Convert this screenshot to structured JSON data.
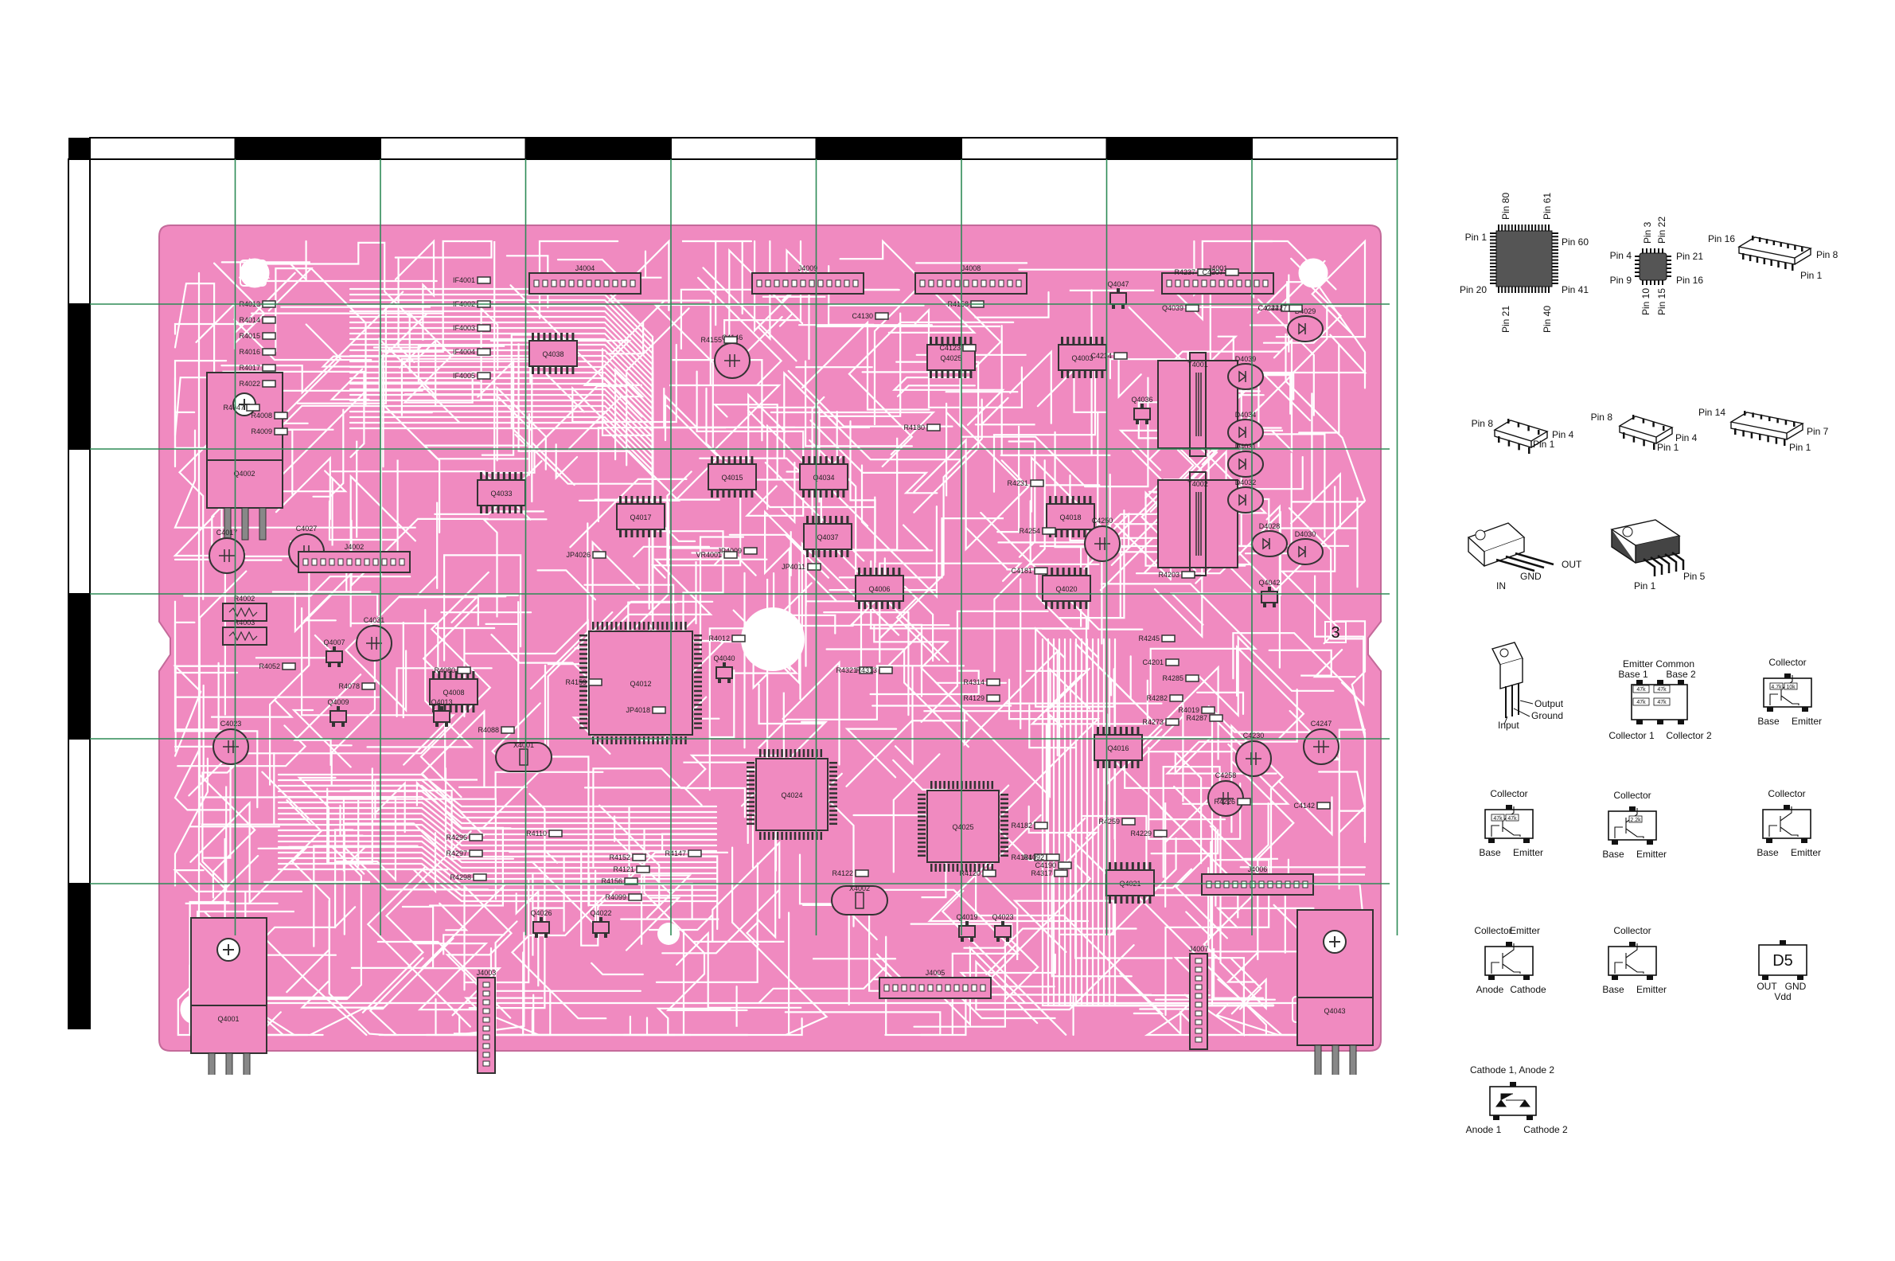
{
  "board": {
    "number_tag": "3",
    "columns": 9,
    "rows": 6,
    "colors": {
      "pcb": "#f08ac0",
      "trace": "#ffffff",
      "grid": "#2e8b57",
      "frame": "#000000",
      "pad": "#ffffff",
      "ic": "#555555"
    },
    "components": [
      {
        "ref": "Q4002",
        "kind": "to220"
      },
      {
        "ref": "Q4001",
        "kind": "to220"
      },
      {
        "ref": "Q4043",
        "kind": "to220"
      },
      {
        "ref": "Q4012",
        "kind": "qfp"
      },
      {
        "ref": "Q4024",
        "kind": "qfp"
      },
      {
        "ref": "Q4025",
        "kind": "qfp"
      },
      {
        "ref": "Q4017",
        "kind": "soic"
      },
      {
        "ref": "Q4025",
        "kind": "soic"
      },
      {
        "ref": "Q4033",
        "kind": "soic"
      },
      {
        "ref": "Q4038",
        "kind": "soic"
      },
      {
        "ref": "Q4018",
        "kind": "soic"
      },
      {
        "ref": "Q4016",
        "kind": "soic"
      },
      {
        "ref": "Q4021",
        "kind": "soic"
      },
      {
        "ref": "Q4020",
        "kind": "soic"
      },
      {
        "ref": "Q4006",
        "kind": "soic"
      },
      {
        "ref": "Q4008",
        "kind": "soic"
      },
      {
        "ref": "Q4003",
        "kind": "soic"
      },
      {
        "ref": "Q4015",
        "kind": "soic"
      },
      {
        "ref": "Q4034",
        "kind": "soic"
      },
      {
        "ref": "Q4037",
        "kind": "soic"
      },
      {
        "ref": "T4001",
        "kind": "transformer"
      },
      {
        "ref": "T4002",
        "kind": "transformer"
      },
      {
        "ref": "X4001",
        "kind": "crystal"
      },
      {
        "ref": "X4002",
        "kind": "crystal"
      },
      {
        "ref": "C4031",
        "kind": "cap"
      },
      {
        "ref": "C4023",
        "kind": "cap"
      },
      {
        "ref": "C4247",
        "kind": "cap"
      },
      {
        "ref": "C4250",
        "kind": "cap"
      },
      {
        "ref": "C4230",
        "kind": "cap"
      },
      {
        "ref": "C4146",
        "kind": "cap"
      },
      {
        "ref": "C4027",
        "kind": "cap"
      },
      {
        "ref": "C4017",
        "kind": "cap"
      },
      {
        "ref": "C4258",
        "kind": "cap"
      },
      {
        "ref": "R4002",
        "kind": "res"
      },
      {
        "ref": "R4003",
        "kind": "res"
      },
      {
        "ref": "J4004",
        "kind": "conn"
      },
      {
        "ref": "J4009",
        "kind": "conn"
      },
      {
        "ref": "J4008",
        "kind": "conn"
      },
      {
        "ref": "J4002",
        "kind": "conn"
      },
      {
        "ref": "J4003",
        "kind": "conn"
      },
      {
        "ref": "J4001",
        "kind": "conn"
      },
      {
        "ref": "J4007",
        "kind": "conn"
      },
      {
        "ref": "J4005",
        "kind": "conn"
      },
      {
        "ref": "J4006",
        "kind": "conn"
      },
      {
        "ref": "D4029",
        "kind": "diode"
      },
      {
        "ref": "D4030",
        "kind": "diode"
      },
      {
        "ref": "D4039",
        "kind": "diode"
      },
      {
        "ref": "D4034",
        "kind": "diode"
      },
      {
        "ref": "D4031",
        "kind": "diode"
      },
      {
        "ref": "D4032",
        "kind": "diode"
      },
      {
        "ref": "D4028",
        "kind": "diode"
      },
      {
        "ref": "Q4042",
        "kind": "sot"
      },
      {
        "ref": "Q4019",
        "kind": "sot"
      },
      {
        "ref": "Q4023",
        "kind": "sot"
      },
      {
        "ref": "Q4022",
        "kind": "sot"
      },
      {
        "ref": "Q4026",
        "kind": "sot"
      },
      {
        "ref": "Q4007",
        "kind": "sot"
      },
      {
        "ref": "Q4009",
        "kind": "sot"
      },
      {
        "ref": "Q4013",
        "kind": "sot"
      },
      {
        "ref": "Q4040",
        "kind": "sot"
      },
      {
        "ref": "Q4047",
        "kind": "sot"
      },
      {
        "ref": "Q4036",
        "kind": "sot"
      },
      {
        "ref": "IF4001",
        "kind": "small"
      },
      {
        "ref": "IF4002",
        "kind": "small"
      },
      {
        "ref": "IF4003",
        "kind": "small"
      },
      {
        "ref": "IF4004",
        "kind": "small"
      },
      {
        "ref": "IF4005",
        "kind": "small"
      },
      {
        "ref": "R4013",
        "kind": "small"
      },
      {
        "ref": "R4014",
        "kind": "small"
      },
      {
        "ref": "R4015",
        "kind": "small"
      },
      {
        "ref": "R4016",
        "kind": "small"
      },
      {
        "ref": "R4017",
        "kind": "small"
      },
      {
        "ref": "R4022",
        "kind": "small"
      },
      {
        "ref": "R4008",
        "kind": "small"
      },
      {
        "ref": "R4009",
        "kind": "small"
      },
      {
        "ref": "R4047",
        "kind": "small"
      },
      {
        "ref": "R4052",
        "kind": "small"
      },
      {
        "ref": "R4078",
        "kind": "small"
      },
      {
        "ref": "R4080",
        "kind": "small"
      },
      {
        "ref": "R4237",
        "kind": "small"
      },
      {
        "ref": "C4207",
        "kind": "small"
      },
      {
        "ref": "Q4039",
        "kind": "small"
      },
      {
        "ref": "C4234",
        "kind": "small"
      },
      {
        "ref": "R4155",
        "kind": "small"
      },
      {
        "ref": "R4180",
        "kind": "small"
      },
      {
        "ref": "C4181",
        "kind": "small"
      },
      {
        "ref": "R4231",
        "kind": "small"
      },
      {
        "ref": "R4254",
        "kind": "small"
      },
      {
        "ref": "R4245",
        "kind": "small"
      },
      {
        "ref": "C4201",
        "kind": "small"
      },
      {
        "ref": "R4285",
        "kind": "small"
      },
      {
        "ref": "R4282",
        "kind": "small"
      },
      {
        "ref": "R4273",
        "kind": "small"
      },
      {
        "ref": "R4019",
        "kind": "small"
      },
      {
        "ref": "R4287",
        "kind": "small"
      },
      {
        "ref": "R4259",
        "kind": "small"
      },
      {
        "ref": "R4229",
        "kind": "small"
      },
      {
        "ref": "R4182",
        "kind": "small"
      },
      {
        "ref": "R4181",
        "kind": "small"
      },
      {
        "ref": "R4120",
        "kind": "small"
      },
      {
        "ref": "R4129",
        "kind": "small"
      },
      {
        "ref": "R4012",
        "kind": "small"
      },
      {
        "ref": "R4296",
        "kind": "small"
      },
      {
        "ref": "R4297",
        "kind": "small"
      },
      {
        "ref": "R4298",
        "kind": "small"
      },
      {
        "ref": "R4110",
        "kind": "small"
      },
      {
        "ref": "R4156",
        "kind": "small"
      },
      {
        "ref": "R4099",
        "kind": "small"
      },
      {
        "ref": "R4147",
        "kind": "small"
      },
      {
        "ref": "R4152",
        "kind": "small"
      },
      {
        "ref": "R4121",
        "kind": "small"
      },
      {
        "ref": "R4122",
        "kind": "small"
      },
      {
        "ref": "R4159",
        "kind": "small"
      },
      {
        "ref": "R4088",
        "kind": "small"
      },
      {
        "ref": "R4092",
        "kind": "small"
      },
      {
        "ref": "R4317",
        "kind": "small"
      },
      {
        "ref": "R4321",
        "kind": "small"
      },
      {
        "ref": "R4313",
        "kind": "small"
      },
      {
        "ref": "R4314",
        "kind": "small"
      },
      {
        "ref": "R4203",
        "kind": "small"
      },
      {
        "ref": "JP4018",
        "kind": "small"
      },
      {
        "ref": "JP4011",
        "kind": "small"
      },
      {
        "ref": "JP4026",
        "kind": "small"
      },
      {
        "ref": "JP4009",
        "kind": "small"
      },
      {
        "ref": "VR4001",
        "kind": "small"
      },
      {
        "ref": "C4130",
        "kind": "small"
      },
      {
        "ref": "C4123",
        "kind": "small"
      },
      {
        "ref": "R4158",
        "kind": "small"
      },
      {
        "ref": "C4190",
        "kind": "small"
      },
      {
        "ref": "R4226",
        "kind": "small"
      },
      {
        "ref": "C4142",
        "kind": "small"
      },
      {
        "ref": "C4224",
        "kind": "small"
      },
      {
        "ref": "C4227",
        "kind": "small"
      }
    ]
  },
  "legend": {
    "packages": [
      {
        "id": "qfp80",
        "pins": [
          "Pin 1",
          "Pin 80",
          "Pin 61",
          "Pin 60",
          "Pin 20",
          "Pin 21",
          "Pin 40",
          "Pin 41"
        ]
      },
      {
        "id": "qfp24",
        "pins": [
          "Pin 4",
          "Pin 3",
          "Pin 22",
          "Pin 21",
          "Pin 9",
          "Pin 10",
          "Pin 15",
          "Pin 16"
        ]
      },
      {
        "id": "soic16",
        "pins": [
          "Pin 16",
          "Pin 8",
          "Pin 1"
        ]
      },
      {
        "id": "soic8a",
        "pins": [
          "Pin 8",
          "Pin 4",
          "Pin 1"
        ]
      },
      {
        "id": "soic8b",
        "pins": [
          "Pin 8",
          "Pin 4",
          "Pin 1"
        ]
      },
      {
        "id": "soic14",
        "pins": [
          "Pin 14",
          "Pin 7",
          "Pin 1"
        ]
      },
      {
        "id": "reg3",
        "pins": [
          "OUT",
          "IN",
          "GND"
        ]
      },
      {
        "id": "to220-5",
        "pins": [
          "Pin 1",
          "Pin 5"
        ]
      },
      {
        "id": "reg3b",
        "pins": [
          "Output",
          "Ground",
          "Input"
        ]
      },
      {
        "id": "dual-tr",
        "pins": [
          "Emitter Common",
          "Base 1",
          "Base 2",
          "Collector 1",
          "Collector 2"
        ],
        "values": [
          "47k",
          "47k",
          "47k",
          "47k"
        ]
      },
      {
        "id": "tr-10k",
        "pins": [
          "Collector",
          "Base",
          "Emitter"
        ],
        "values": [
          "10k",
          "4.7k"
        ]
      },
      {
        "id": "tr-47k",
        "pins": [
          "Collector",
          "Base",
          "Emitter"
        ],
        "values": [
          "47k",
          "47k"
        ]
      },
      {
        "id": "tr-2k2",
        "pins": [
          "Collector",
          "Base",
          "Emitter"
        ],
        "values": [
          "2.2k"
        ]
      },
      {
        "id": "tr-plain",
        "pins": [
          "Collector",
          "Base",
          "Emitter"
        ]
      },
      {
        "id": "photo",
        "pins": [
          "Collector",
          "Emitter",
          "Anode",
          "Cathode"
        ]
      },
      {
        "id": "tr-plain2",
        "pins": [
          "Collector",
          "Base",
          "Emitter"
        ]
      },
      {
        "id": "d5",
        "pins": [
          "OUT",
          "GND",
          "Vdd"
        ],
        "label": "D5"
      },
      {
        "id": "dual-diode",
        "pins": [
          "Cathode 1, Anode 2",
          "Anode 1",
          "Cathode 2"
        ]
      }
    ]
  }
}
